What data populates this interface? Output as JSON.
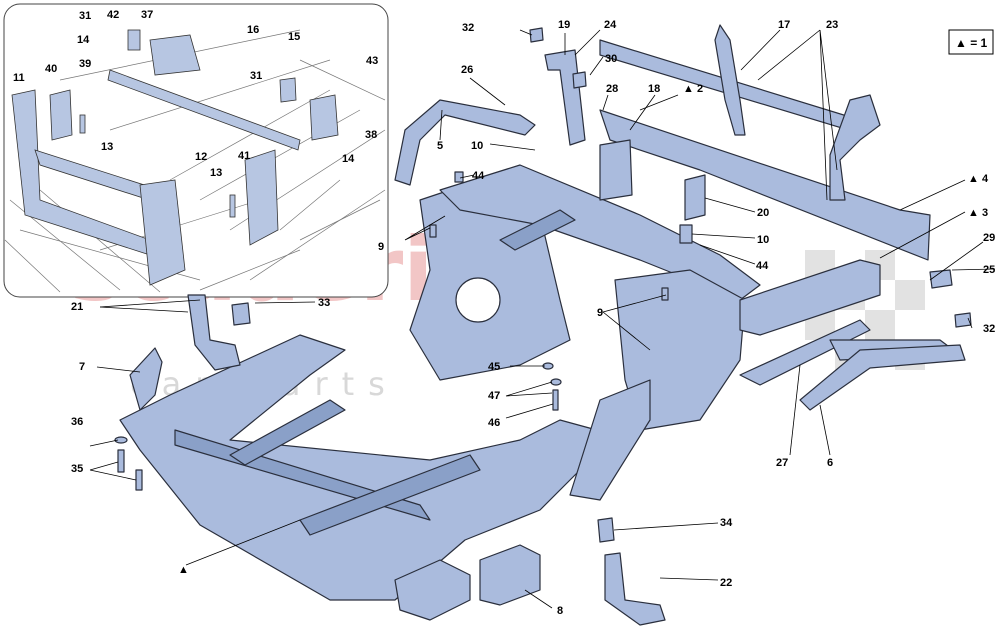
{
  "watermark": {
    "brand": "scuderia",
    "sub": "car parts"
  },
  "legend": {
    "text": "▲ = 1"
  },
  "labels": {
    "l31a": "31",
    "l42": "42",
    "l37": "37",
    "l14a": "14",
    "l16": "16",
    "l15": "15",
    "l11": "11",
    "l40": "40",
    "l39": "39",
    "l31b": "31",
    "l43": "43",
    "l13a": "13",
    "l12": "12",
    "l41": "41",
    "l13b": "13",
    "l38": "38",
    "l14b": "14",
    "l32a": "32",
    "l19": "19",
    "l24": "24",
    "l17": "17",
    "l23": "23",
    "l26": "26",
    "l30": "30",
    "l28": "28",
    "l18": "18",
    "l2": "▲ 2",
    "l5": "5",
    "l10a": "10",
    "l44a": "44",
    "l4": "▲ 4",
    "l20": "20",
    "l3": "▲ 3",
    "l9a": "9",
    "l10b": "10",
    "l44b": "44",
    "l29": "29",
    "l25": "25",
    "l21": "21",
    "l33": "33",
    "l9b": "9",
    "l32b": "32",
    "l7": "7",
    "l45": "45",
    "l47": "47",
    "l46": "46",
    "l36": "36",
    "l35": "35",
    "l27": "27",
    "l6": "6",
    "l34": "34",
    "l22": "22",
    "l8": "8",
    "ltri": "▲"
  }
}
